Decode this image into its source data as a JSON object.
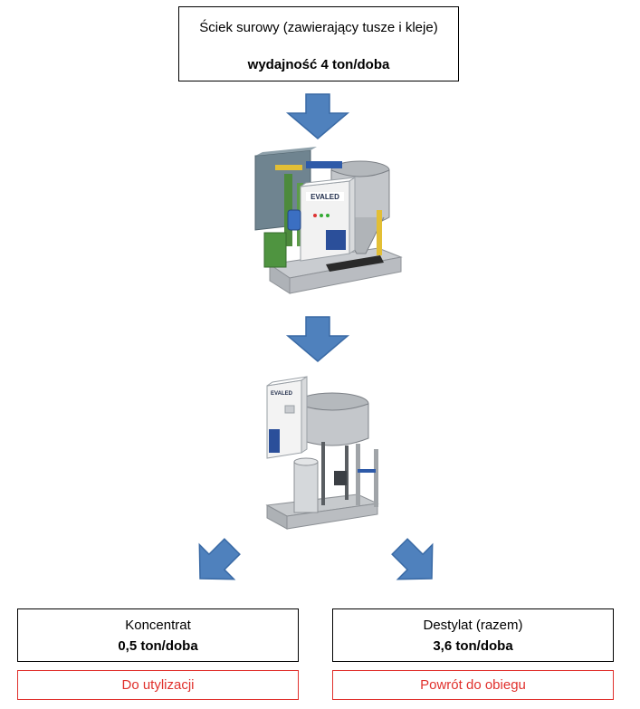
{
  "input_box": {
    "line1": "Ściek surowy (zawierający tusze i kleje)",
    "line2": "wydajność 4 ton/doba"
  },
  "machine_top": {
    "logo": "EVALED"
  },
  "machine_bottom": {
    "logo": "EVALED"
  },
  "output_left": {
    "line1": "Koncentrat",
    "line2": "0,5 ton/doba",
    "destination": "Do utylizacji"
  },
  "output_right": {
    "line1": "Destylat (razem)",
    "line2": "3,6 ton/doba",
    "destination": "Powrót do obiegu"
  },
  "colors": {
    "arrow_fill": "#4f81bd",
    "arrow_stroke": "#3a6aa5",
    "destination_border": "#e0302c",
    "destination_text": "#e0302c"
  }
}
